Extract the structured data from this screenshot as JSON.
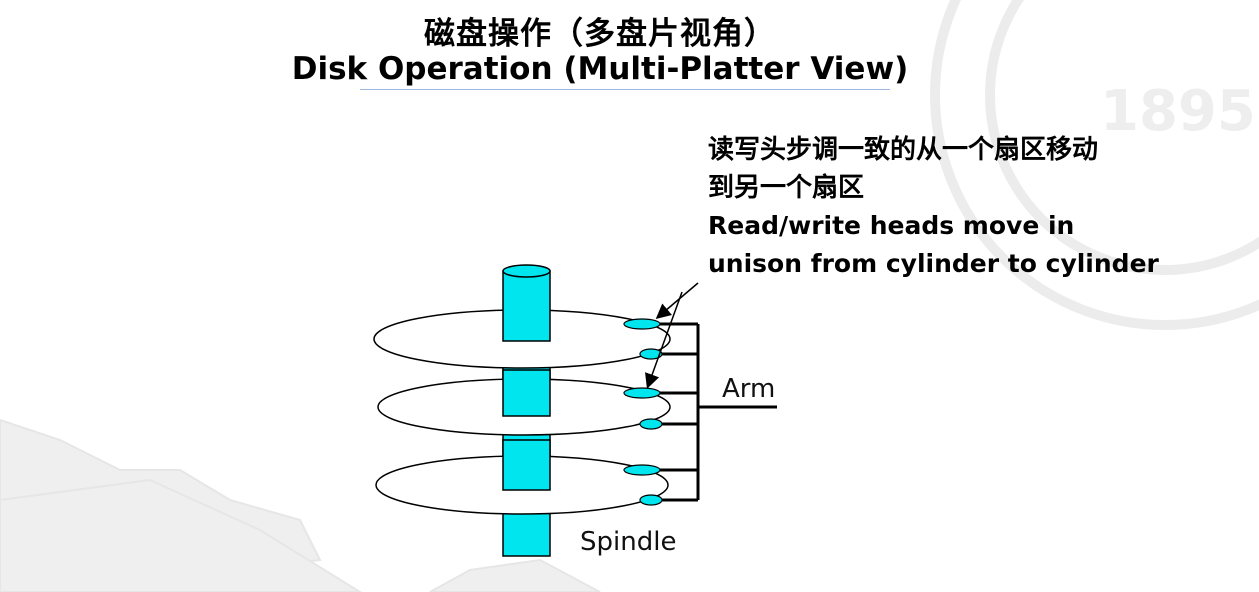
{
  "title": {
    "cn": "磁盘操作（多盘片视角）",
    "en": "Disk Operation (Multi-Platter View)"
  },
  "note": {
    "cn_line1": "读写头步调一致的从一个扇区移动",
    "cn_line2": "到另一个扇区",
    "en_line1": "Read/write heads move in",
    "en_line2": "unison from cylinder to cylinder"
  },
  "labels": {
    "arm": "Arm",
    "spindle": "Spindle"
  },
  "colors": {
    "spindle": "#00E5EE",
    "head": "#00E5EE",
    "platter": "#ffffff",
    "stroke": "#000000",
    "watermark": "#ece9e9"
  },
  "diagram": {
    "platter_count": 3,
    "heads_per_platter": 2
  }
}
